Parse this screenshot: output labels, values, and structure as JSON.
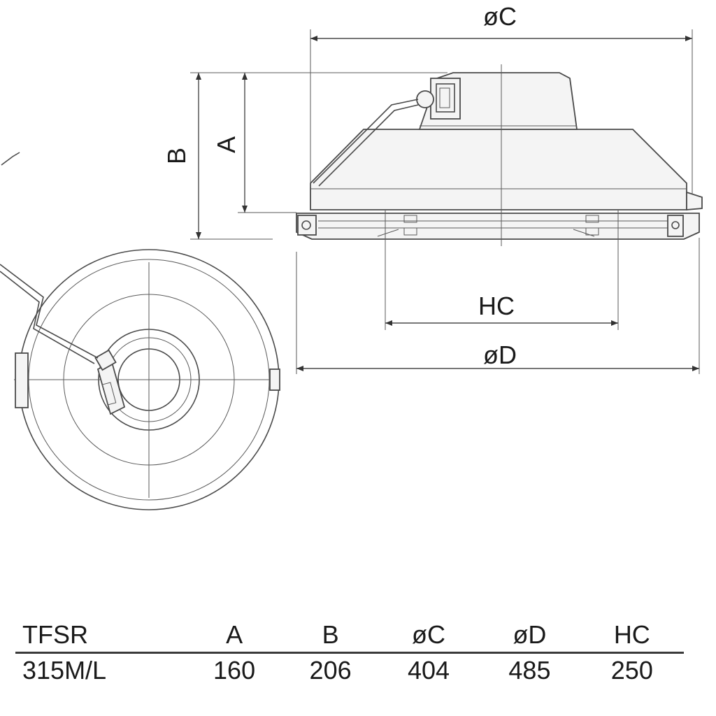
{
  "drawing": {
    "labels": {
      "dim_c": "øC",
      "dim_b": "B",
      "dim_a": "A",
      "dim_hc": "HC",
      "dim_d": "øD"
    }
  },
  "table": {
    "headers": [
      "TFSR",
      "A",
      "B",
      "øC",
      "øD",
      "HC"
    ],
    "rows": [
      [
        "315M/L",
        "160",
        "206",
        "404",
        "485",
        "250"
      ]
    ]
  }
}
